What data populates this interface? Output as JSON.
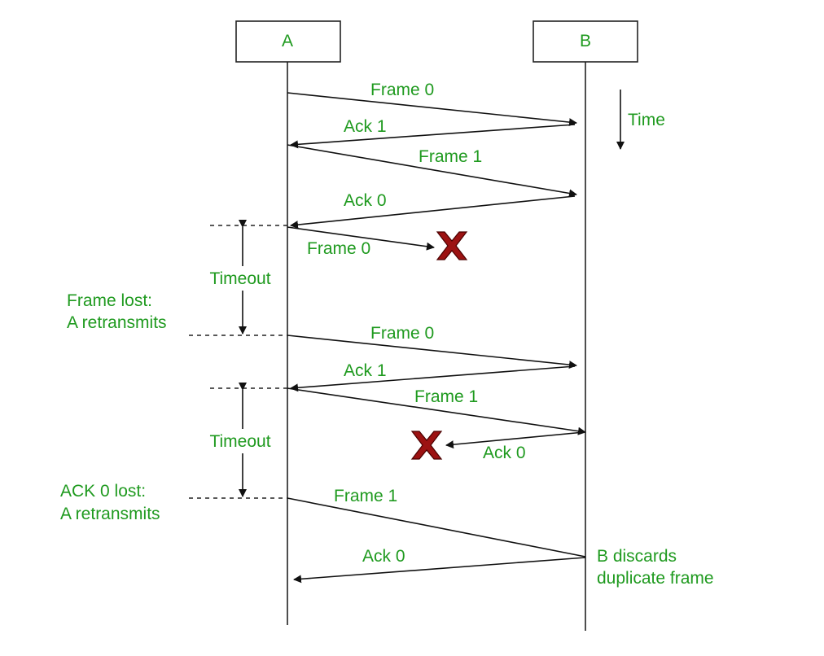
{
  "nodes": {
    "a": "A",
    "b": "B"
  },
  "time_label": "Time",
  "messages": [
    {
      "label": "Frame 0",
      "from": "A",
      "to": "B"
    },
    {
      "label": "Ack 1",
      "from": "B",
      "to": "A"
    },
    {
      "label": "Frame 1",
      "from": "A",
      "to": "B"
    },
    {
      "label": "Ack 0",
      "from": "B",
      "to": "A"
    },
    {
      "label": "Frame 0",
      "from": "A",
      "to": "lost"
    },
    {
      "label": "Frame 0",
      "from": "A",
      "to": "B"
    },
    {
      "label": "Ack 1",
      "from": "B",
      "to": "A"
    },
    {
      "label": "Frame 1",
      "from": "A",
      "to": "B"
    },
    {
      "label": "Ack 0",
      "from": "B",
      "to": "lost"
    },
    {
      "label": "Frame 1",
      "from": "A",
      "to": "B"
    },
    {
      "label": "Ack 0",
      "from": "B",
      "to": "A"
    }
  ],
  "timeouts": [
    {
      "label": "Timeout"
    },
    {
      "label": "Timeout"
    }
  ],
  "notes": {
    "frame_lost": [
      "Frame lost:",
      "A retransmits"
    ],
    "ack_lost": [
      "ACK 0 lost:",
      "A retransmits"
    ],
    "b_discards": [
      "B discards",
      "duplicate frame"
    ]
  },
  "colors": {
    "text": "#1f9a1f",
    "lines": "#111111",
    "lost_marker": "#9c1212"
  },
  "icons": {
    "lost": "x-mark-icon"
  }
}
